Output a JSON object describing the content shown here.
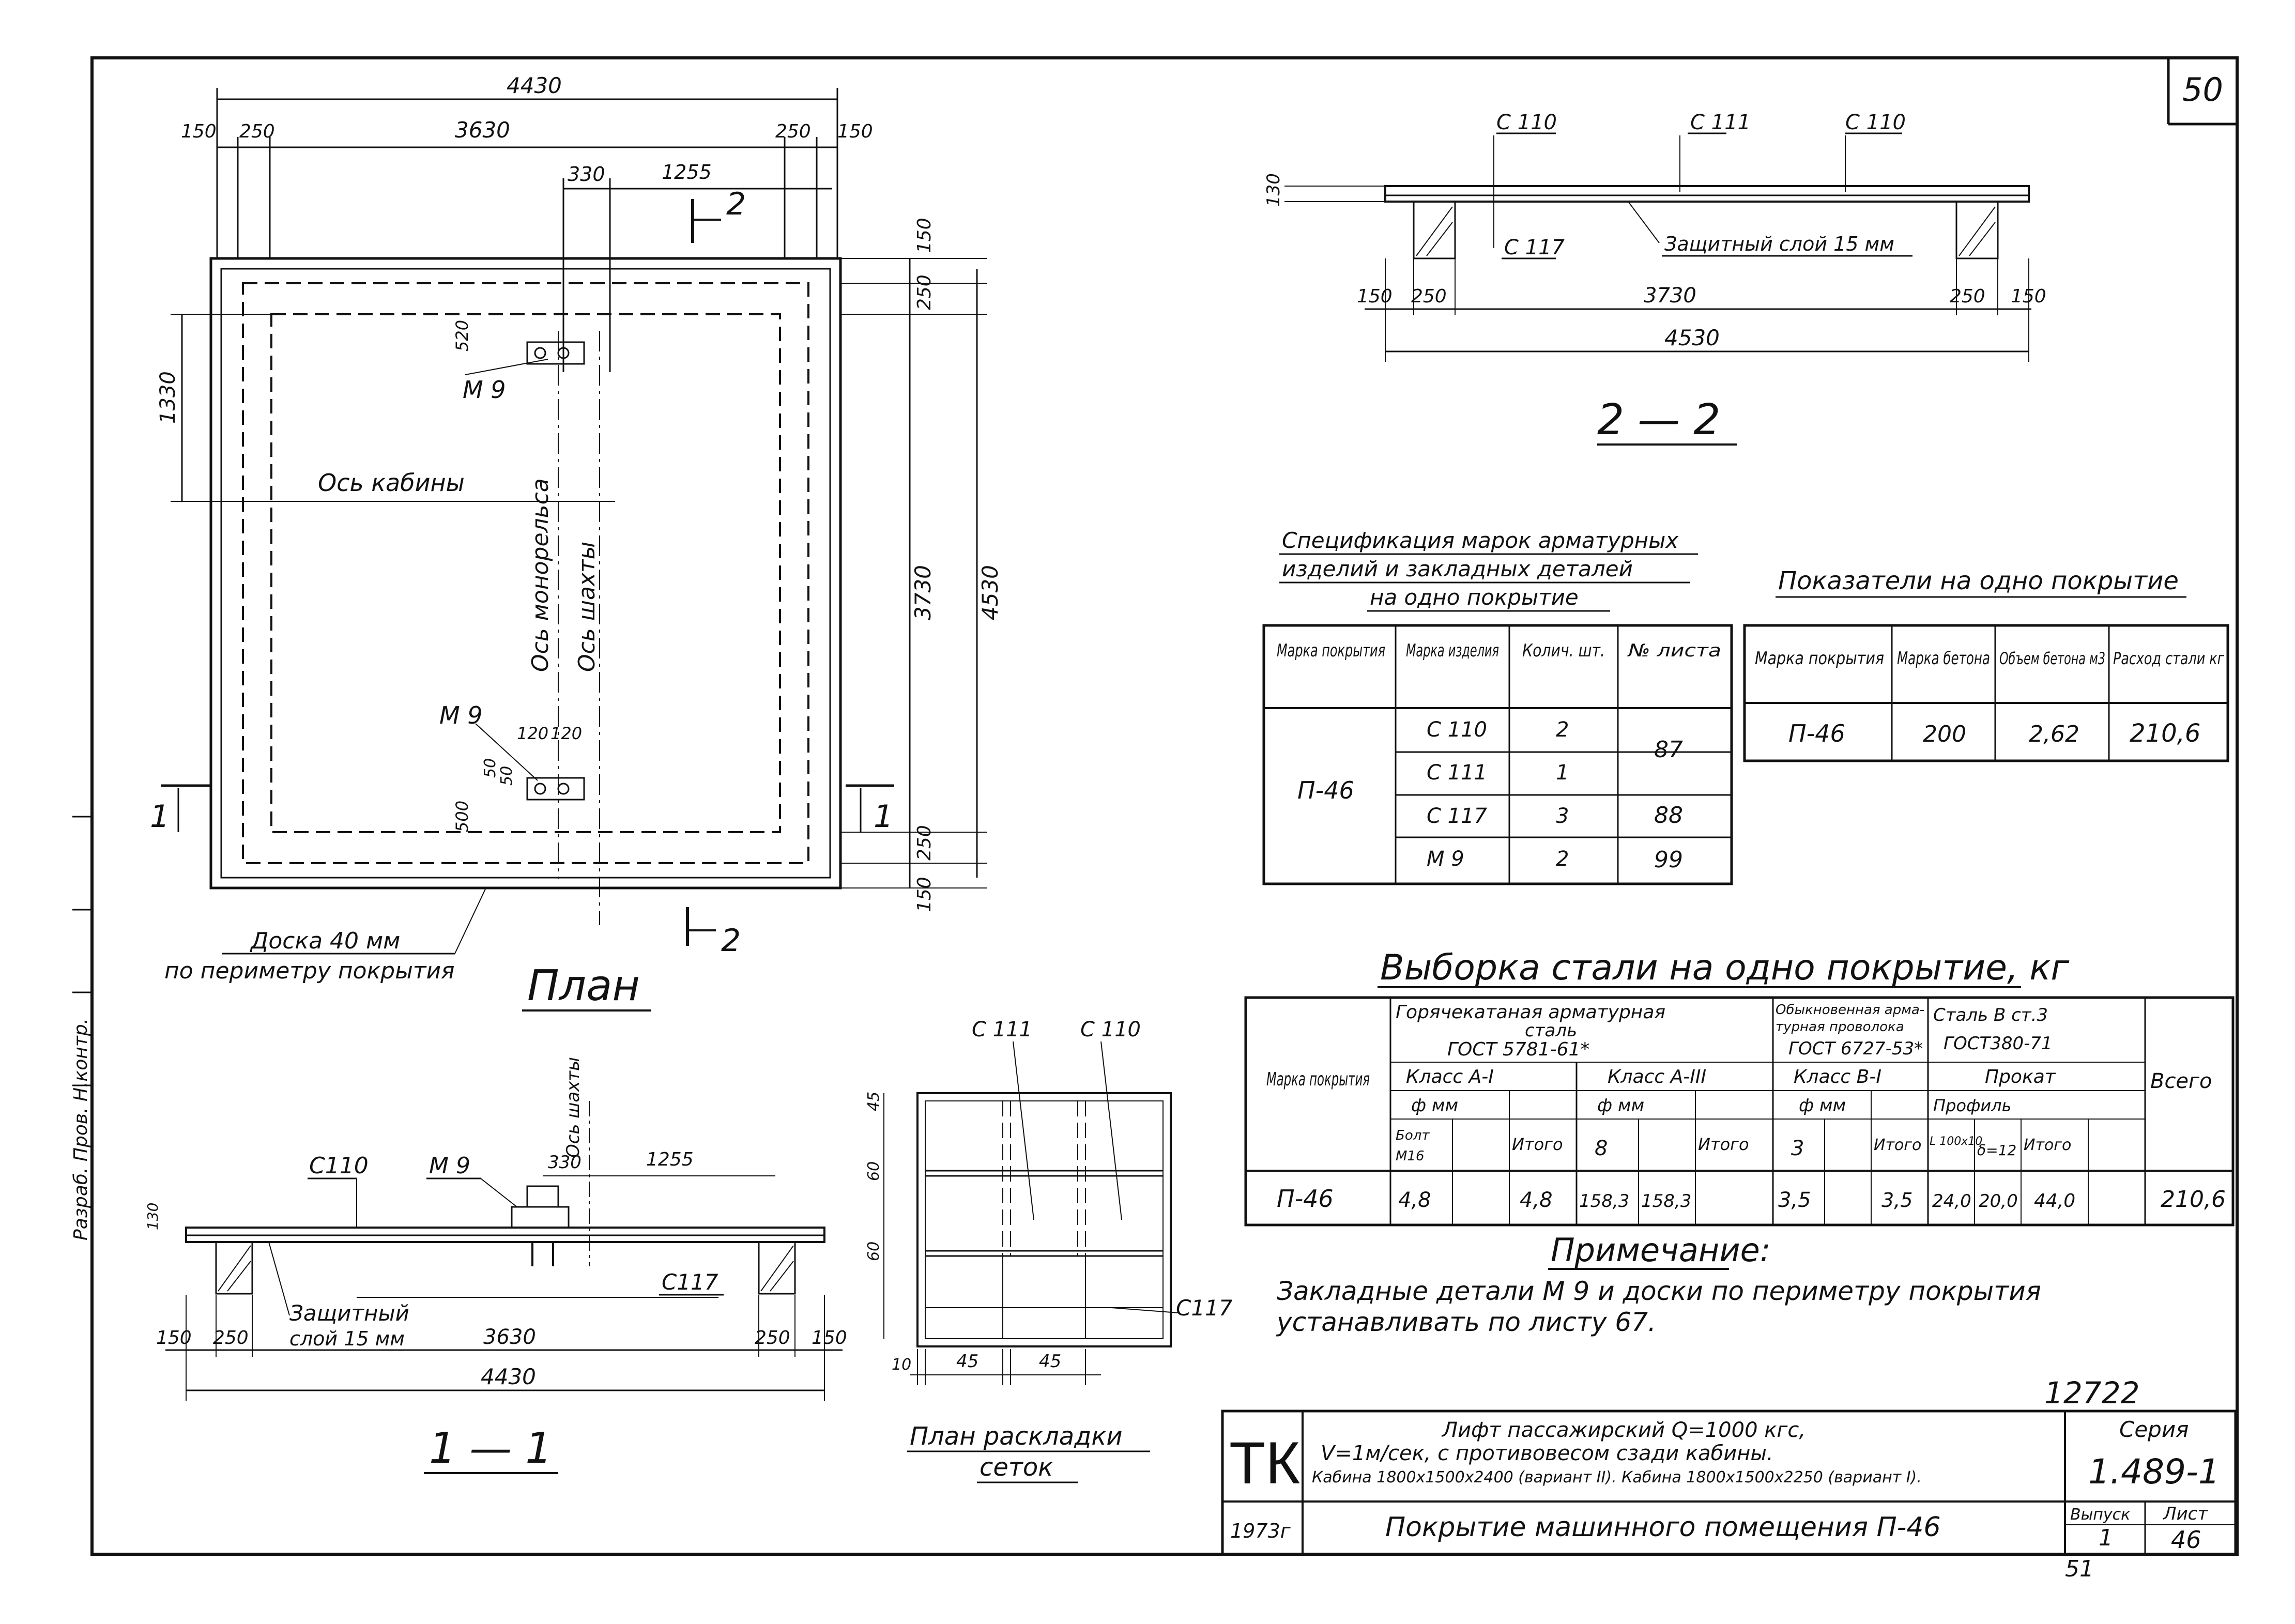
{
  "page_number": "50",
  "bottom_page_number": "51",
  "plan": {
    "title": "План",
    "dim_total_top": "4430",
    "dim_inner_top": "3630",
    "dim_edge_left": "150",
    "dim_edge_left2": "250",
    "dim_edge_right2": "250",
    "dim_edge_right": "150",
    "dim_330": "330",
    "dim_1255": "1255",
    "dim_1330": "1330",
    "dim_520": "520",
    "dim_500": "500",
    "dim_50a": "50",
    "dim_50b": "50",
    "dim_120a": "120",
    "dim_120b": "120",
    "right_150_top": "150",
    "right_250_top": "250",
    "right_3730": "3730",
    "right_4530": "4530",
    "right_250_bot": "250",
    "right_150_bot": "150",
    "m9_top": "М 9",
    "m9_bot": "М 9",
    "cabin_axis": "Ось кабины",
    "monorail_axis": "Ось монорельса",
    "shaft_axis": "Ось шахты",
    "board_note_1": "Доска 40 мм",
    "board_note_2": "по периметру покрытия",
    "cut_1": "1",
    "cut_2": "2"
  },
  "section_22": {
    "title": "2 — 2",
    "c110_left": "С 110",
    "c111": "С 111",
    "c110_right": "С 110",
    "c117": "С 117",
    "protective": "Защитный слой 15 мм",
    "dim_130": "130",
    "dim_150l": "150",
    "dim_250l": "250",
    "dim_3730": "3730",
    "dim_250r": "250",
    "dim_150r": "150",
    "dim_4530": "4530"
  },
  "section_11": {
    "title": "1 — 1",
    "c110": "С110",
    "m9": "М 9",
    "shaft_axis": "Ось шахты",
    "dim_330": "330",
    "dim_1255": "1255",
    "dim_130": "130",
    "c117": "С117",
    "protective_1": "Защитный",
    "protective_2": "слой 15 мм",
    "dim_150l": "150",
    "dim_250l": "250",
    "dim_3630": "3630",
    "dim_250r": "250",
    "dim_150r": "150",
    "dim_4430": "4430"
  },
  "mesh_plan": {
    "title_1": "План раскладки",
    "title_2": "сеток",
    "c111": "С 111",
    "c110": "С 110",
    "c117": "С117",
    "dim_45v": "45",
    "dim_60a": "60",
    "dim_60b": "60",
    "dim_10": "10",
    "dim_45a": "45",
    "dim_45b": "45"
  },
  "spec_table": {
    "title_1": "Спецификация марок арматурных",
    "title_2": "изделий и закладных деталей",
    "title_3": "на одно покрытие",
    "headers": [
      "Марка покрытия",
      "Марка изделия",
      "Колич. шт.",
      "№ листа"
    ],
    "mark": "П-46",
    "rows": [
      {
        "item": "С 110",
        "qty": "2"
      },
      {
        "item": "С 111",
        "qty": "1"
      },
      {
        "item": "С 117",
        "qty": "3"
      },
      {
        "item": "М 9",
        "qty": "2"
      }
    ],
    "sheet_87": "87",
    "sheet_88": "88",
    "sheet_99": "99"
  },
  "indicators": {
    "title": "Показатели на одно покрытие",
    "headers": [
      "Марка покрытия",
      "Марка бетона",
      "Объем бетона м3",
      "Расход стали кг"
    ],
    "row": [
      "П-46",
      "200",
      "2,62",
      "210,6"
    ]
  },
  "steel": {
    "title": "Выборка стали на одно покрытие, кг",
    "mark_header": "Марка покрытия",
    "hot_rolled_1": "Горячекатаная арматурная",
    "hot_rolled_2": "сталь",
    "hot_rolled_3": "ГОСТ 5781-61*",
    "wire_1": "Обыкновенная арма-",
    "wire_2": "турная проволока",
    "wire_3": "ГОСТ 6727-53*",
    "st3_1": "Сталь В ст.3",
    "st3_2": "ГОСТ380-71",
    "total_header": "Всего",
    "class_a1": "Класс А-I",
    "class_a3": "Класс А-III",
    "class_b1": "Класс В-I",
    "rolled": "Прокат",
    "phi_mm_1": "ф мм",
    "phi_mm_2": "ф мм",
    "phi_mm_3": "ф мм",
    "profile": "Профиль",
    "bolt_1": "Болт",
    "bolt_2": "М16",
    "itogo_1": "Итого",
    "d8": "8",
    "itogo_2": "Итого",
    "d3": "3",
    "itogo_3": "Итого",
    "angle": "L 100х10",
    "plate": "δ=12",
    "itogo_4": "Итого",
    "row": {
      "mark": "П-46",
      "bolt": "4,8",
      "a1_total": "4,8",
      "d8": "158,3",
      "a3_total": "158,3",
      "d3": "3,5",
      "b1_total": "3,5",
      "angle": "24,0",
      "plate": "20,0",
      "rolled_total": "44,0",
      "total": "210,6"
    }
  },
  "note": {
    "title": "Примечание:",
    "line_1": "Закладные детали М 9 и доски по периметру покрытия",
    "line_2": "устанавливать по листу 67."
  },
  "title_block": {
    "doc_no": "12722",
    "org": "ТК",
    "desc_1": "Лифт пассажирский Q=1000 кгс,",
    "desc_2": "V=1м/сек, с противовесом сзади кабины.",
    "desc_3": "Кабина 1800х1500х2400 (вариант II). Кабина 1800х1500х2250 (вариант I).",
    "series_label": "Серия",
    "series": "1.489-1",
    "year": "1973г",
    "name": "Покрытие машинного помещения П-46",
    "issue_label": "Выпуск",
    "issue": "1",
    "sheet_label": "Лист",
    "sheet": "46"
  },
  "margin": {
    "text": "Разраб. Пров. Н.контр."
  }
}
